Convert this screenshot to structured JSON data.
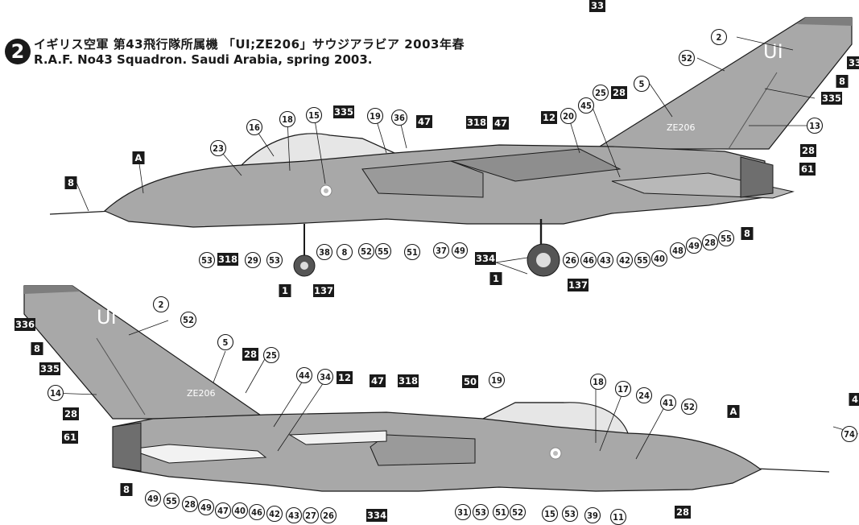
{
  "header": {
    "step_number": "2",
    "title_jp": "イギリス空軍 第43飛行隊所属機 「UI;ZE206」サウジアラビア 2003年春",
    "title_en": "R.A.F. No43 Squadron. Saudi Arabia, spring 2003."
  },
  "aircraft_markings": {
    "tail_code": "UI",
    "serial": "ZE206"
  },
  "colors": {
    "airframe": "#a8a8a8",
    "airframe_dark": "#7e7e7e",
    "line": "#1a1a1a"
  },
  "top_view": {
    "callouts": [
      {
        "id": "c-top-33-head",
        "text": "33",
        "kind": "box"
      },
      {
        "id": "c-top-2",
        "text": "2",
        "kind": "circle"
      },
      {
        "id": "c-top-33-right",
        "text": "33",
        "kind": "box"
      },
      {
        "id": "c-top-52",
        "text": "52",
        "kind": "circle"
      },
      {
        "id": "c-top-8-fin",
        "text": "8",
        "kind": "box"
      },
      {
        "id": "c-top-5",
        "text": "5",
        "kind": "circle"
      },
      {
        "id": "c-top-25",
        "text": "25",
        "kind": "circle"
      },
      {
        "id": "c-top-28-a",
        "text": "28",
        "kind": "box"
      },
      {
        "id": "c-top-335-fin",
        "text": "335",
        "kind": "box"
      },
      {
        "id": "c-top-13",
        "text": "13",
        "kind": "circle"
      },
      {
        "id": "c-top-45",
        "text": "45",
        "kind": "circle"
      },
      {
        "id": "c-top-20",
        "text": "20",
        "kind": "circle"
      },
      {
        "id": "c-top-12",
        "text": "12",
        "kind": "box"
      },
      {
        "id": "c-top-318-spine",
        "text": "318",
        "kind": "box"
      },
      {
        "id": "c-top-47-spine",
        "text": "47",
        "kind": "box"
      },
      {
        "id": "c-top-47-b",
        "text": "47",
        "kind": "box"
      },
      {
        "id": "c-top-36",
        "text": "36",
        "kind": "circle"
      },
      {
        "id": "c-top-19",
        "text": "19",
        "kind": "circle"
      },
      {
        "id": "c-top-335-canopy",
        "text": "335",
        "kind": "box"
      },
      {
        "id": "c-top-15",
        "text": "15",
        "kind": "circle"
      },
      {
        "id": "c-top-18",
        "text": "18",
        "kind": "circle"
      },
      {
        "id": "c-top-16",
        "text": "16",
        "kind": "circle"
      },
      {
        "id": "c-top-23",
        "text": "23",
        "kind": "circle"
      },
      {
        "id": "c-top-A",
        "text": "A",
        "kind": "box"
      },
      {
        "id": "c-top-8-nose",
        "text": "8",
        "kind": "box"
      },
      {
        "id": "c-top-28-b",
        "text": "28",
        "kind": "box"
      },
      {
        "id": "c-top-61",
        "text": "61",
        "kind": "box"
      },
      {
        "id": "c-top-8-tail",
        "text": "8",
        "kind": "box"
      },
      {
        "id": "c-top-55-r",
        "text": "55",
        "kind": "circle"
      },
      {
        "id": "c-top-28-c",
        "text": "28",
        "kind": "circle"
      },
      {
        "id": "c-top-49-r",
        "text": "49",
        "kind": "circle"
      },
      {
        "id": "c-top-48",
        "text": "48",
        "kind": "circle"
      },
      {
        "id": "c-top-40",
        "text": "40",
        "kind": "circle"
      },
      {
        "id": "c-top-55-m",
        "text": "55",
        "kind": "circle"
      },
      {
        "id": "c-top-42",
        "text": "42",
        "kind": "circle"
      },
      {
        "id": "c-top-43",
        "text": "43",
        "kind": "circle"
      },
      {
        "id": "c-top-46",
        "text": "46",
        "kind": "circle"
      },
      {
        "id": "c-top-26",
        "text": "26",
        "kind": "circle"
      },
      {
        "id": "c-top-137-main",
        "text": "137",
        "kind": "box"
      },
      {
        "id": "c-top-1-main",
        "text": "1",
        "kind": "box"
      },
      {
        "id": "c-top-334",
        "text": "334",
        "kind": "box"
      },
      {
        "id": "c-top-49-l",
        "text": "49",
        "kind": "circle"
      },
      {
        "id": "c-top-37",
        "text": "37",
        "kind": "circle"
      },
      {
        "id": "c-top-51",
        "text": "51",
        "kind": "circle"
      },
      {
        "id": "c-top-55-l",
        "text": "55",
        "kind": "circle"
      },
      {
        "id": "c-top-52-l",
        "text": "52",
        "kind": "circle"
      },
      {
        "id": "c-top-8-mid",
        "text": "8",
        "kind": "circle"
      },
      {
        "id": "c-top-38",
        "text": "38",
        "kind": "circle"
      },
      {
        "id": "c-top-53-b",
        "text": "53",
        "kind": "circle"
      },
      {
        "id": "c-top-29",
        "text": "29",
        "kind": "circle"
      },
      {
        "id": "c-top-318-low",
        "text": "318",
        "kind": "box"
      },
      {
        "id": "c-top-53-a",
        "text": "53",
        "kind": "circle"
      },
      {
        "id": "c-top-1-nose",
        "text": "1",
        "kind": "box"
      },
      {
        "id": "c-top-137-nose",
        "text": "137",
        "kind": "box"
      }
    ]
  },
  "bottom_view": {
    "callouts": [
      {
        "id": "c-bot-2",
        "text": "2",
        "kind": "circle"
      },
      {
        "id": "c-bot-336",
        "text": "336",
        "kind": "box"
      },
      {
        "id": "c-bot-52-fin",
        "text": "52",
        "kind": "circle"
      },
      {
        "id": "c-bot-8-fin",
        "text": "8",
        "kind": "box"
      },
      {
        "id": "c-bot-335",
        "text": "335",
        "kind": "box"
      },
      {
        "id": "c-bot-5",
        "text": "5",
        "kind": "circle"
      },
      {
        "id": "c-bot-28-a",
        "text": "28",
        "kind": "box"
      },
      {
        "id": "c-bot-25",
        "text": "25",
        "kind": "circle"
      },
      {
        "id": "c-bot-14",
        "text": "14",
        "kind": "circle"
      },
      {
        "id": "c-bot-44",
        "text": "44",
        "kind": "circle"
      },
      {
        "id": "c-bot-34",
        "text": "34",
        "kind": "circle"
      },
      {
        "id": "c-bot-12",
        "text": "12",
        "kind": "box"
      },
      {
        "id": "c-bot-47",
        "text": "47",
        "kind": "box"
      },
      {
        "id": "c-bot-318",
        "text": "318",
        "kind": "box"
      },
      {
        "id": "c-bot-50",
        "text": "50",
        "kind": "box"
      },
      {
        "id": "c-bot-19",
        "text": "19",
        "kind": "circle"
      },
      {
        "id": "c-bot-18",
        "text": "18",
        "kind": "circle"
      },
      {
        "id": "c-bot-17",
        "text": "17",
        "kind": "circle"
      },
      {
        "id": "c-bot-24",
        "text": "24",
        "kind": "circle"
      },
      {
        "id": "c-bot-41",
        "text": "41",
        "kind": "circle"
      },
      {
        "id": "c-bot-52-nose",
        "text": "52",
        "kind": "circle"
      },
      {
        "id": "c-bot-A",
        "text": "A",
        "kind": "box"
      },
      {
        "id": "c-bot-28-b",
        "text": "28",
        "kind": "box"
      },
      {
        "id": "c-bot-61",
        "text": "61",
        "kind": "box"
      },
      {
        "id": "c-bot-8-tail",
        "text": "8",
        "kind": "box"
      },
      {
        "id": "c-bot-49-a",
        "text": "49",
        "kind": "circle"
      },
      {
        "id": "c-bot-55",
        "text": "55",
        "kind": "circle"
      },
      {
        "id": "c-bot-28-c",
        "text": "28",
        "kind": "circle"
      },
      {
        "id": "c-bot-49-b",
        "text": "49",
        "kind": "circle"
      },
      {
        "id": "c-bot-47-c",
        "text": "47",
        "kind": "circle"
      },
      {
        "id": "c-bot-40",
        "text": "40",
        "kind": "circle"
      },
      {
        "id": "c-bot-46",
        "text": "46",
        "kind": "circle"
      },
      {
        "id": "c-bot-42",
        "text": "42",
        "kind": "circle"
      },
      {
        "id": "c-bot-43",
        "text": "43",
        "kind": "circle"
      },
      {
        "id": "c-bot-27",
        "text": "27",
        "kind": "circle"
      },
      {
        "id": "c-bot-26",
        "text": "26",
        "kind": "circle"
      },
      {
        "id": "c-bot-334",
        "text": "334",
        "kind": "box"
      },
      {
        "id": "c-bot-31",
        "text": "31",
        "kind": "circle"
      },
      {
        "id": "c-bot-53-a",
        "text": "53",
        "kind": "circle"
      },
      {
        "id": "c-bot-51",
        "text": "51",
        "kind": "circle"
      },
      {
        "id": "c-bot-52-low",
        "text": "52",
        "kind": "circle"
      },
      {
        "id": "c-bot-15",
        "text": "15",
        "kind": "circle"
      },
      {
        "id": "c-bot-53-b",
        "text": "53",
        "kind": "circle"
      },
      {
        "id": "c-bot-39",
        "text": "39",
        "kind": "circle"
      },
      {
        "id": "c-bot-11",
        "text": "11",
        "kind": "circle"
      },
      {
        "id": "c-bot-28-d",
        "text": "28",
        "kind": "box"
      }
    ]
  },
  "edge_callouts": [
    {
      "id": "c-edge-4",
      "text": "4",
      "kind": "box"
    },
    {
      "id": "c-edge-74",
      "text": "74",
      "kind": "circle"
    }
  ]
}
